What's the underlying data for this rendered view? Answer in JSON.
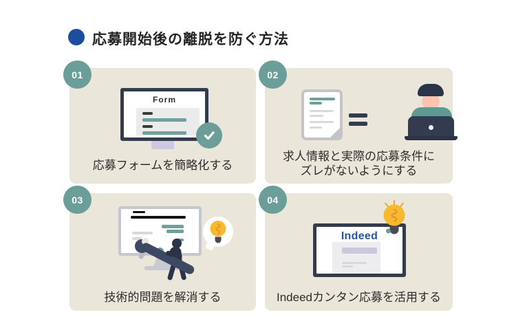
{
  "title": "応募開始後の離脱を防ぐ方法",
  "cards": [
    {
      "number": "01",
      "caption": "応募フォームを簡略化する",
      "screen_label": "Form",
      "icons": [
        "monitor-icon",
        "form-fields",
        "checkmark-icon"
      ]
    },
    {
      "number": "02",
      "caption_lines": [
        "求人情報と実際の応募条件に",
        "ズレがないようにする"
      ],
      "icons": [
        "document-icon",
        "equals-icon",
        "person-at-laptop-icon"
      ]
    },
    {
      "number": "03",
      "caption": "技術的問題を解消する",
      "icons": [
        "monitor-icon",
        "hammer-icon",
        "wrench-icon",
        "worker-icon",
        "idea-speech-bubble-icon"
      ]
    },
    {
      "number": "04",
      "caption": "Indeedカンタン応募を活用する",
      "screen_label": "Indeed",
      "icons": [
        "browser-screen-icon",
        "lightbulb-icon"
      ]
    }
  ],
  "colors": {
    "accent_blue": "#1D4E9E",
    "teal": "#6B9D99",
    "card_background": "#EBE6DA",
    "navy": "#333B4E",
    "indeed_blue": "#2456A5",
    "bulb_yellow": "#F7B92E",
    "lavender": "#CDC9E5"
  }
}
